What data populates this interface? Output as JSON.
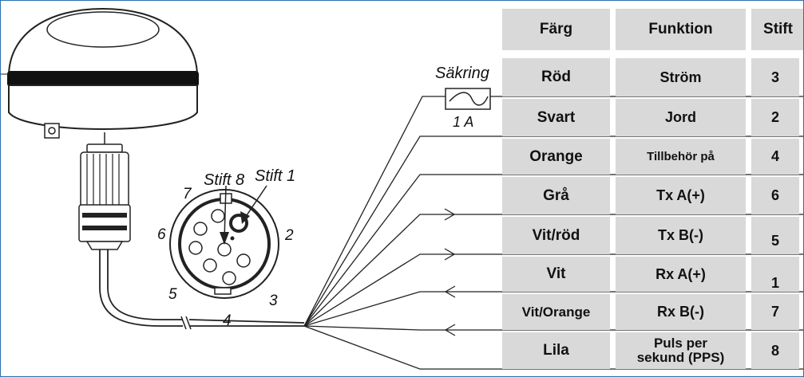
{
  "table": {
    "headers": [
      "Färg",
      "Funktion",
      "Stift"
    ],
    "rows": [
      {
        "color": "Röd",
        "function": "Ström",
        "pin": "3"
      },
      {
        "color": "Svart",
        "function": "Jord",
        "pin": "2"
      },
      {
        "color": "Orange",
        "function": "Tillbehör på",
        "pin": "4"
      },
      {
        "color": "Grå",
        "function": "Tx A(+)",
        "pin": "6"
      },
      {
        "color": "Vit/röd",
        "function": "Tx B(-)",
        "pin": "5"
      },
      {
        "color": "Vit",
        "function": "Rx A(+)",
        "pin": "1"
      },
      {
        "color": "Vit/Orange",
        "function": "Rx B(-)",
        "pin": "7"
      },
      {
        "color": "Lila",
        "function": "Puls per sekund (PPS)",
        "pin": "8"
      }
    ]
  },
  "fuse": {
    "label": "Säkring",
    "rating": "1 A"
  },
  "connector": {
    "stift8": "Stift 8",
    "stift1": "Stift 1",
    "pins": [
      "1",
      "2",
      "3",
      "4",
      "5",
      "6",
      "7",
      "8"
    ]
  },
  "cable": {
    "pin_label": "4"
  },
  "colors": {
    "frame": "#2a6fb0",
    "cell": "#d9d9d9",
    "line": "#222222"
  }
}
